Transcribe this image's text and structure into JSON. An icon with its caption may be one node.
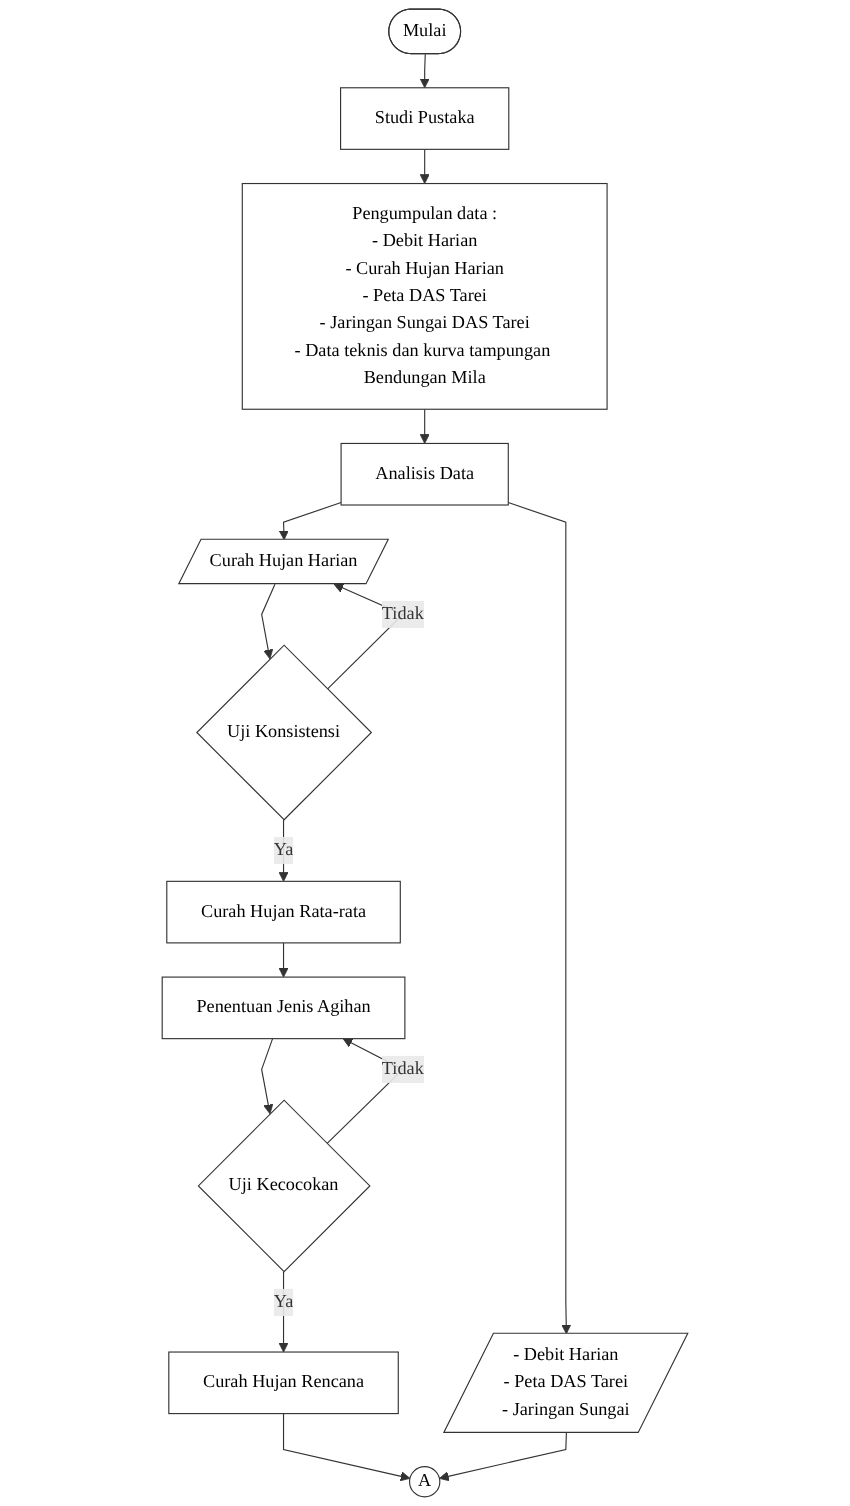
{
  "diagram": {
    "nodes": [
      {
        "text": [
          "Mulai"
        ]
      },
      {
        "text": [
          "Studi Pustaka"
        ]
      },
      {
        "text": [
          "Pengumpulan data :",
          "- Debit Harian",
          "- Curah Hujan Harian",
          "- Peta DAS Tarei",
          "- Jaringan Sungai DAS Tarei",
          "- Data teknis dan kurva tampungan Bendungan Mila"
        ]
      },
      {
        "text": [
          "Analisis Data"
        ]
      },
      {
        "text": [
          "Curah Hujan Harian"
        ]
      },
      {
        "text": [
          "Uji Konsistensi"
        ]
      },
      {
        "text": [
          "Curah Hujan Rata-rata"
        ]
      },
      {
        "text": [
          "Penentuan Jenis Agihan"
        ]
      },
      {
        "text": [
          "Uji Kecocokan"
        ]
      },
      {
        "text": [
          "Curah Hujan Rencana"
        ]
      },
      {
        "text": [
          "- Debit Harian",
          "- Peta DAS Tarei",
          "- Jaringan Sungai"
        ]
      },
      {
        "text": [
          "A"
        ]
      }
    ],
    "edges": [
      {
        "from": 0,
        "to": 1,
        "arrow": "to"
      },
      {
        "from": 1,
        "to": 2,
        "arrow": "to"
      },
      {
        "from": 2,
        "to": 3,
        "arrow": "to"
      },
      {
        "from": 3,
        "to": 4,
        "arrow": "to"
      },
      {
        "from": 3,
        "to": 10,
        "arrow": "to"
      },
      {
        "from": 4,
        "to": 5,
        "arrow": "to"
      },
      {
        "from": 5,
        "to": 4,
        "arrow": "to",
        "label": "Tidak"
      },
      {
        "from": 5,
        "to": 6,
        "arrow": "to",
        "label": "Ya"
      },
      {
        "from": 6,
        "to": 7,
        "arrow": "to"
      },
      {
        "from": 7,
        "to": 8,
        "arrow": "to"
      },
      {
        "from": 8,
        "to": 7,
        "arrow": "to",
        "label": "Tidak"
      },
      {
        "from": 8,
        "to": 9,
        "arrow": "to",
        "label": "Ya"
      },
      {
        "from": 9,
        "to": 11,
        "arrow": "to"
      },
      {
        "from": 10,
        "to": 11,
        "arrow": "to"
      }
    ]
  }
}
